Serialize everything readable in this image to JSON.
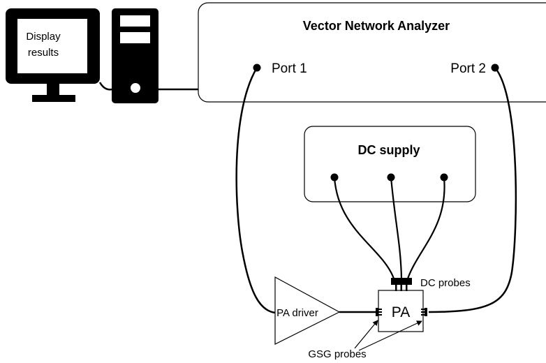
{
  "computer": {
    "screen_text_line1": "Display",
    "screen_text_line2": "results"
  },
  "vna": {
    "title": "Vector Network Analyzer",
    "port1_label": "Port 1",
    "port2_label": "Port 2"
  },
  "dc_supply": {
    "title": "DC supply"
  },
  "pa_driver": {
    "label": "PA driver"
  },
  "pa": {
    "label": "PA"
  },
  "probes": {
    "dc_label": "DC probes",
    "gsg_label": "GSG probes"
  },
  "colors": {
    "stroke": "#000000",
    "background": "#ffffff"
  }
}
